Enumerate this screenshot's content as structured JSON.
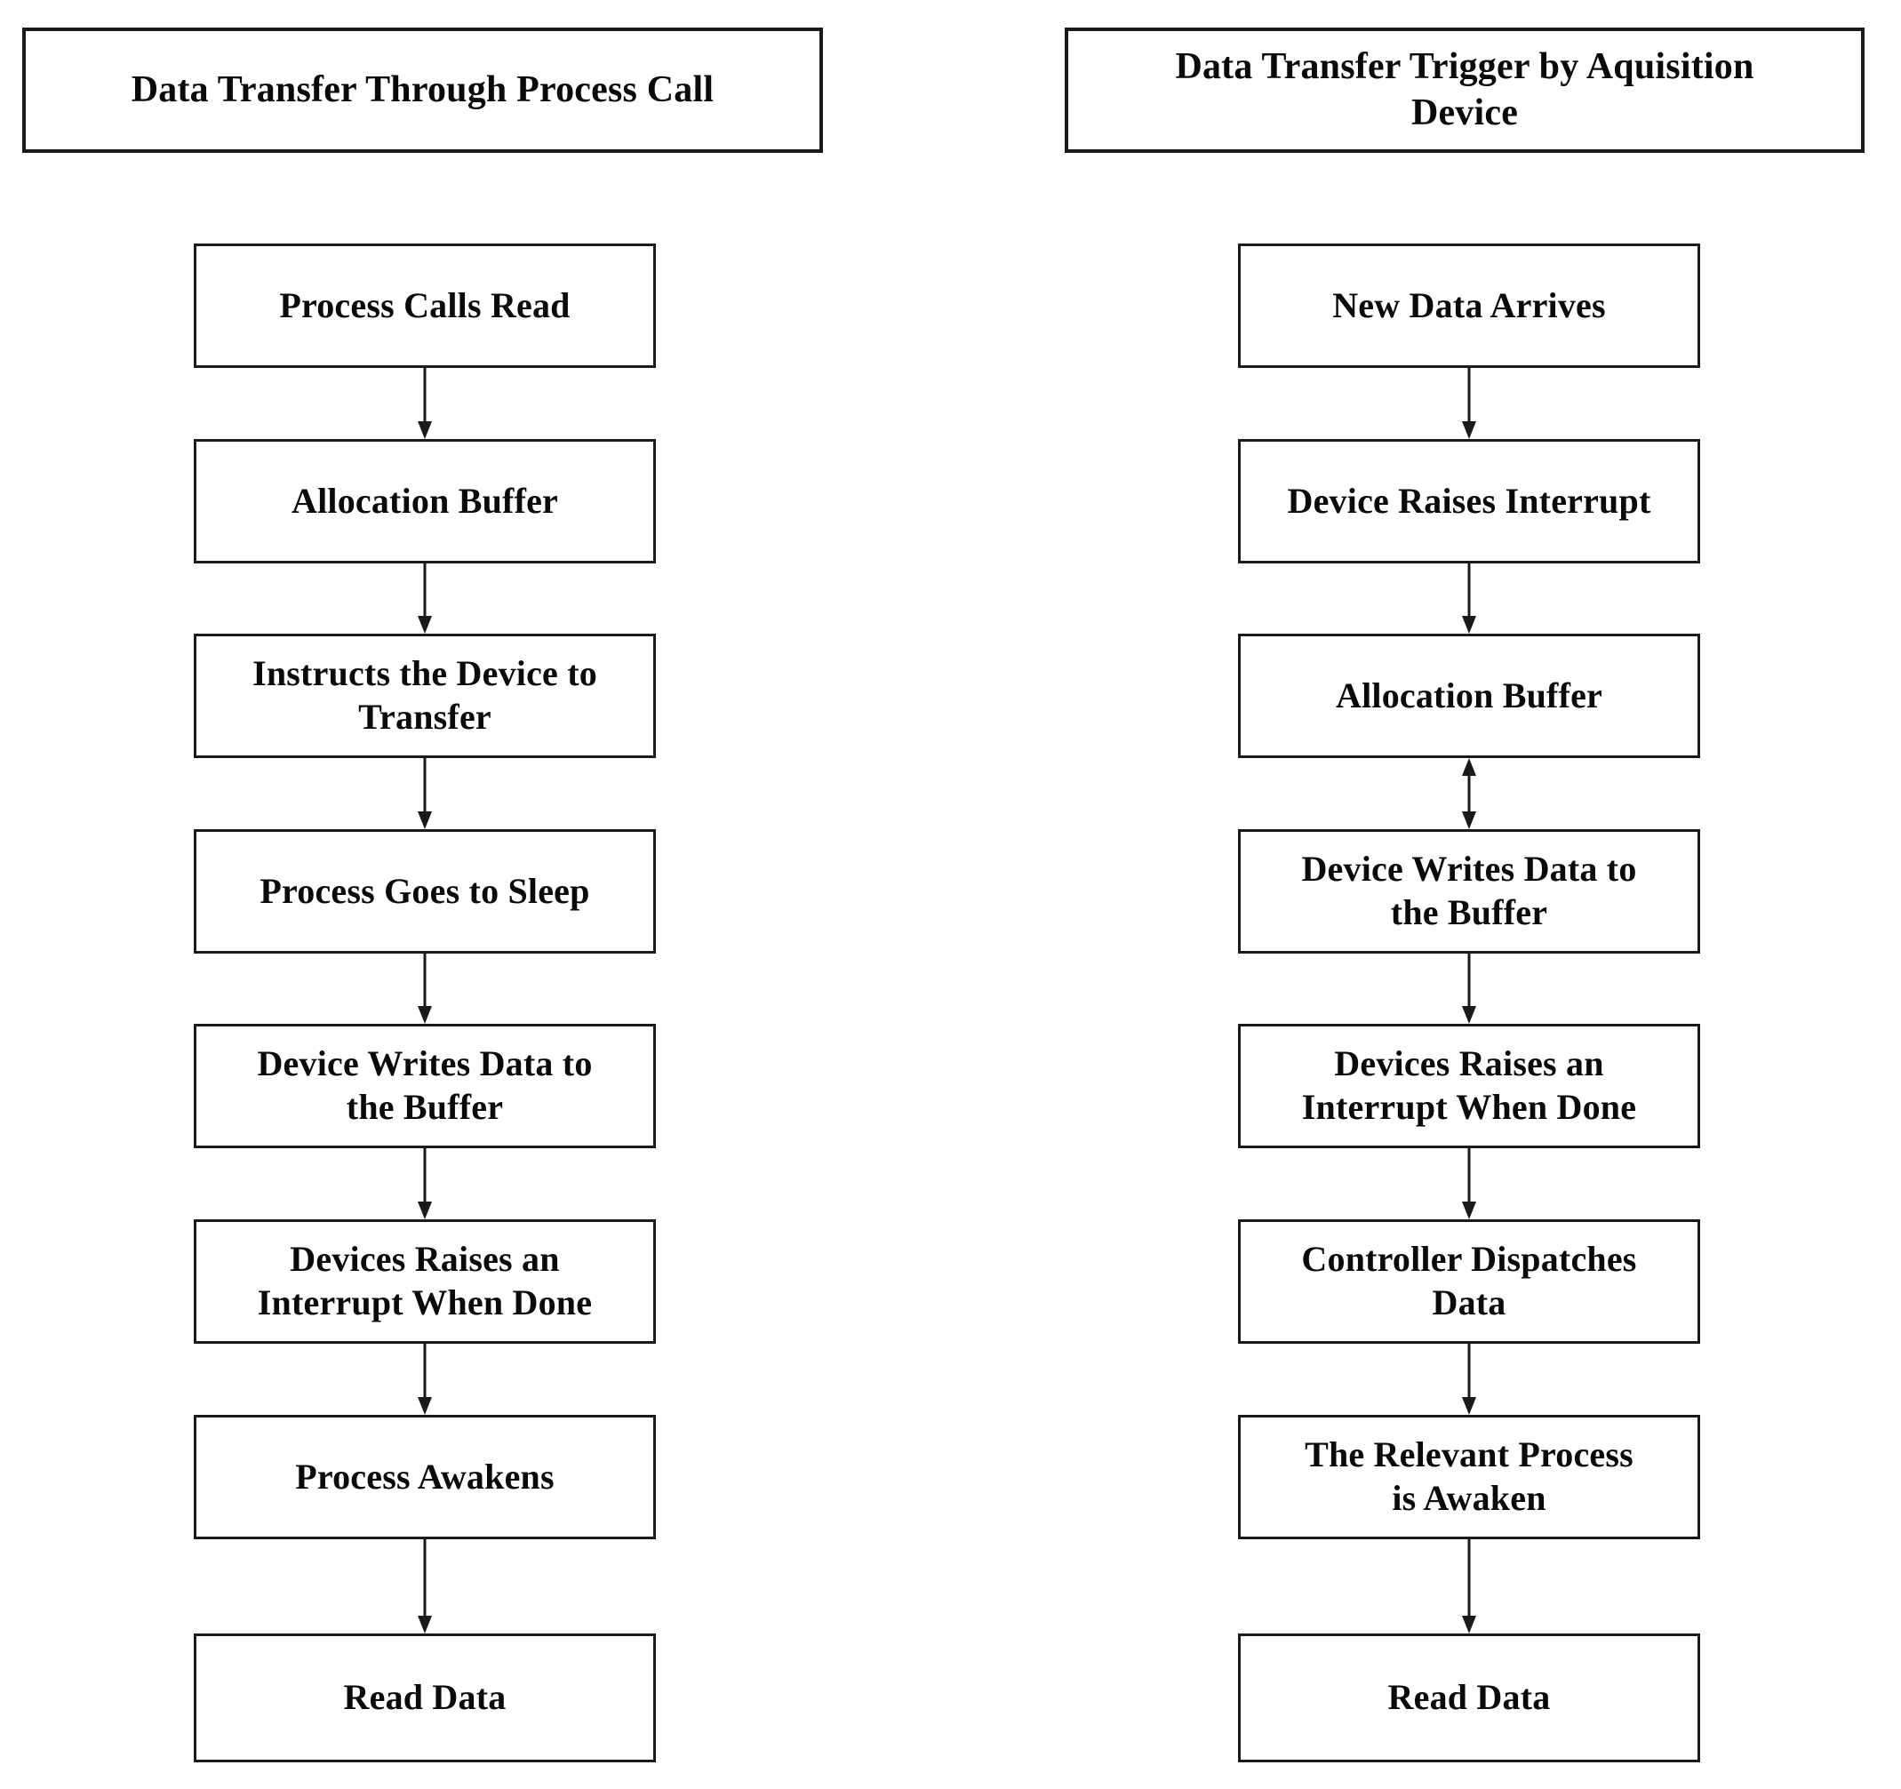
{
  "diagram": {
    "title_left": "Data Transfer Through Process Call",
    "title_right": "Data Transfer Trigger by Aquisition Device",
    "box_fill": "#ffffff",
    "box_stroke": "#1a1a1a",
    "text_color": "#0a0a0a",
    "page_background": "#ffffff"
  },
  "left_flow": {
    "heading": "Data Transfer Through Process Call",
    "steps": [
      {
        "id": "process-calls-read",
        "label": "Process Calls Read"
      },
      {
        "id": "allocation-buffer",
        "label": "Allocation Buffer"
      },
      {
        "id": "instructs-device",
        "label": "Instructs the Device to\nTransfer"
      },
      {
        "id": "process-goes-to-sleep",
        "label": "Process Goes to Sleep"
      },
      {
        "id": "device-writes-data",
        "label": "Device Writes Data to\nthe Buffer"
      },
      {
        "id": "device-raises-interrupt",
        "label": "Devices Raises an\nInterrupt When Done"
      },
      {
        "id": "process-awakens",
        "label": "Process Awakens"
      },
      {
        "id": "read-data",
        "label": "Read Data"
      }
    ],
    "connectors": [
      {
        "from": "process-calls-read",
        "to": "allocation-buffer",
        "type": "arrow-down"
      },
      {
        "from": "allocation-buffer",
        "to": "instructs-device",
        "type": "arrow-down"
      },
      {
        "from": "instructs-device",
        "to": "process-goes-to-sleep",
        "type": "arrow-down"
      },
      {
        "from": "process-goes-to-sleep",
        "to": "device-writes-data",
        "type": "arrow-down"
      },
      {
        "from": "device-writes-data",
        "to": "device-raises-interrupt",
        "type": "arrow-down"
      },
      {
        "from": "device-raises-interrupt",
        "to": "process-awakens",
        "type": "arrow-down"
      },
      {
        "from": "process-awakens",
        "to": "read-data",
        "type": "arrow-down"
      }
    ]
  },
  "right_flow": {
    "heading": "Data Transfer Trigger by Aquisition Device",
    "steps": [
      {
        "id": "new-data-arrives",
        "label": "New Data Arrives"
      },
      {
        "id": "device-raises-interrupt-1",
        "label": "Device Raises Interrupt"
      },
      {
        "id": "allocation-buffer-r",
        "label": "Allocation Buffer"
      },
      {
        "id": "device-writes-data-r",
        "label": "Device Writes Data to\nthe Buffer"
      },
      {
        "id": "devices-raises-interrupt-r",
        "label": "Devices Raises an\nInterrupt When Done"
      },
      {
        "id": "controller-dispatches",
        "label": "Controller Dispatches\nData"
      },
      {
        "id": "relevant-process-awaken",
        "label": "The Relevant Process\nis Awaken"
      },
      {
        "id": "read-data-r",
        "label": "Read Data"
      }
    ],
    "connectors": [
      {
        "from": "new-data-arrives",
        "to": "device-raises-interrupt-1",
        "type": "arrow-down"
      },
      {
        "from": "device-raises-interrupt-1",
        "to": "allocation-buffer-r",
        "type": "arrow-down"
      },
      {
        "from": "allocation-buffer-r",
        "to": "device-writes-data-r",
        "type": "arrow-double"
      },
      {
        "from": "device-writes-data-r",
        "to": "devices-raises-interrupt-r",
        "type": "arrow-down"
      },
      {
        "from": "devices-raises-interrupt-r",
        "to": "controller-dispatches",
        "type": "arrow-down"
      },
      {
        "from": "controller-dispatches",
        "to": "relevant-process-awaken",
        "type": "arrow-down"
      },
      {
        "from": "relevant-process-awaken",
        "to": "read-data-r",
        "type": "arrow-down"
      }
    ]
  }
}
